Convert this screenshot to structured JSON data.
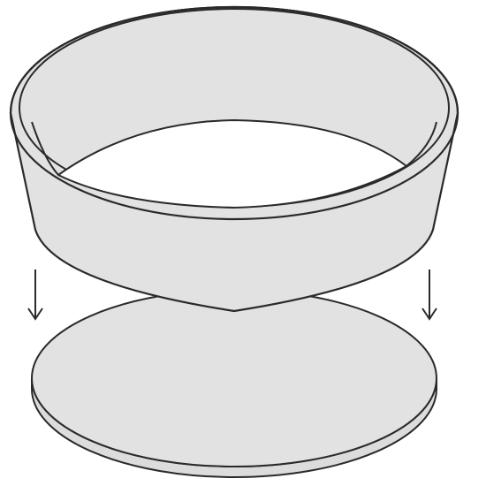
{
  "diagram": {
    "description_parts": [
      "ring",
      "base-disc",
      "down-arrow-left",
      "down-arrow-right"
    ],
    "colors": {
      "fill": "#e2e2e2",
      "stroke": "#2a2a2a",
      "background": "#ffffff",
      "hole": "#ffffff"
    },
    "icons": {
      "left_arrow": "arrow-down-icon",
      "right_arrow": "arrow-down-icon"
    }
  }
}
